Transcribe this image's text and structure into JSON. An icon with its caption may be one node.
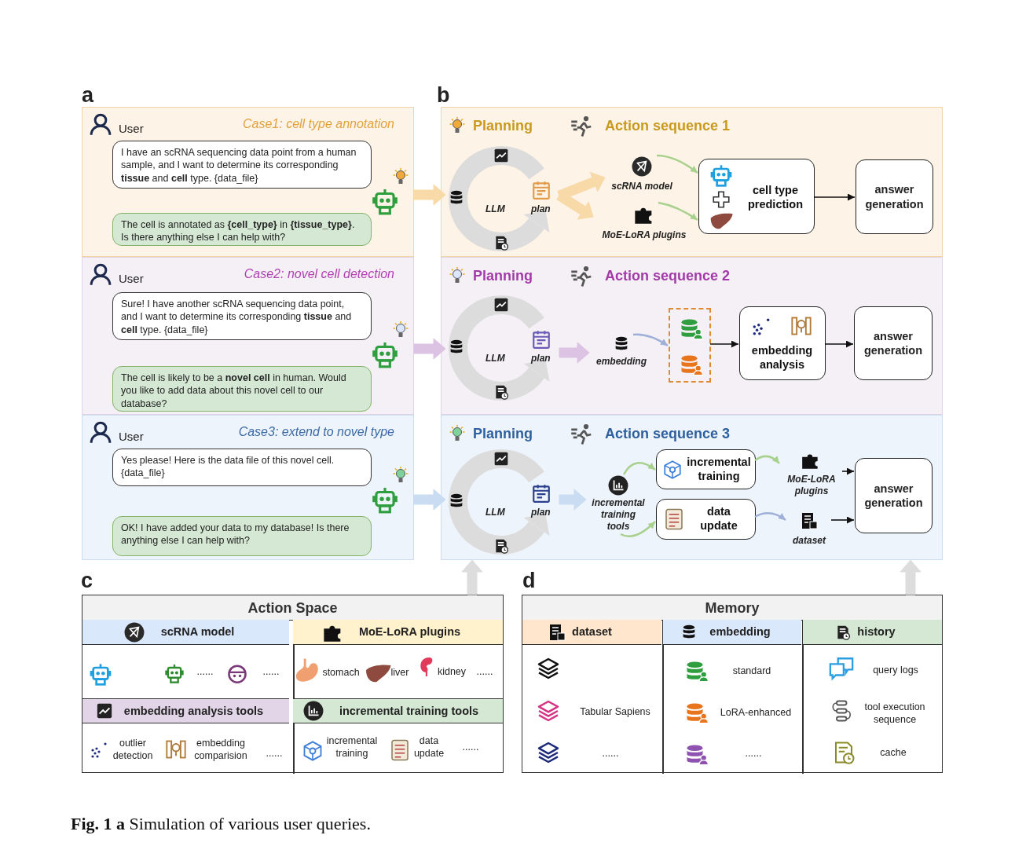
{
  "diagram": {
    "caption": "**Fig. 1** **a** Simulation of various user queries.",
    "nodes": [
      {
        "text": [
          "User",
          "Case1: cell type annotation"
        ]
      },
      {
        "text": [
          "I have an scRNA sequencing data point from a human sample, and I want to determine its corresponding **tissue** and **cell** type. {data_file}"
        ],
        "in": 0
      },
      {
        "text": [
          "The cell is annotated as **{cell_type}** in **{tissue_type}**. Is there anything else I can help with?"
        ],
        "in": 0
      },
      {
        "text": [
          "User",
          "Case2: novel cell detection"
        ]
      },
      {
        "text": [
          "Sure! I have another scRNA sequencing data point, and I want to determine its corresponding **tissue** and **cell** type. {data_file}"
        ],
        "in": 3
      },
      {
        "text": [
          "The cell is likely to be a **novel cell** in human. Would you like to add data about this novel cell to our database?"
        ],
        "in": 3
      },
      {
        "text": [
          "User",
          "Case3: extend to novel type"
        ]
      },
      {
        "text": [
          "Yes please! Here is the data file of this novel cell. {data_file}"
        ],
        "in": 6
      },
      {
        "text": [
          "OK! I have added your data to my database! Is there anything else I can help with?"
        ],
        "in": 6
      },
      {
        "text": [
          "Planning",
          "Action sequence 1"
        ]
      },
      {
        "text": [
          "LLM",
          "plan"
        ],
        "in": 9
      },
      {
        "text": [
          "scRNA model"
        ],
        "in": 9
      },
      {
        "text": [
          "MoE-LoRA plugins"
        ],
        "in": 9
      },
      {
        "text": [
          "cell type prediction"
        ],
        "in": 9
      },
      {
        "text": [
          "answer generation"
        ],
        "in": 9
      },
      {
        "text": [
          "Planning",
          "Action sequence 2"
        ]
      },
      {
        "text": [
          "LLM",
          "plan"
        ],
        "in": 15
      },
      {
        "text": [
          "embedding"
        ],
        "in": 15
      },
      {
        "text": [],
        "shape": "box",
        "in": 15
      },
      {
        "text": [
          "embedding analysis"
        ],
        "in": 15
      },
      {
        "text": [
          "answer generation"
        ],
        "in": 15
      },
      {
        "text": [
          "Planning",
          "Action sequence 3"
        ]
      },
      {
        "text": [
          "LLM",
          "plan"
        ],
        "in": 21
      },
      {
        "text": [
          "incremental training tools"
        ],
        "in": 21
      },
      {
        "text": [
          "incremental training"
        ],
        "in": 21
      },
      {
        "text": [
          "data update"
        ],
        "in": 21
      },
      {
        "text": [
          "MoE-LoRA plugins"
        ],
        "in": 21
      },
      {
        "text": [
          "dataset"
        ],
        "in": 21
      },
      {
        "text": [
          "answer generation"
        ],
        "in": 21
      },
      {
        "text": [
          "Action Space"
        ]
      },
      {
        "text": [
          "Memory"
        ]
      }
    ],
    "edges": [
      {
        "from": 0,
        "to": 10,
        "arrow": "to",
        "style": "thick",
        "color": "#f8d9a8"
      },
      {
        "from": 10,
        "to": 11,
        "arrow": "to",
        "style": "thick",
        "color": "#f8d9a8"
      },
      {
        "from": 10,
        "to": 12,
        "arrow": "to",
        "style": "thick",
        "color": "#f8d9a8"
      },
      {
        "from": 11,
        "to": 13,
        "arrow": "to",
        "color": "#a9d18e"
      },
      {
        "from": 12,
        "to": 13,
        "arrow": "to",
        "color": "#a9d18e"
      },
      {
        "from": 13,
        "to": 14,
        "arrow": "to",
        "color": "#111111"
      },
      {
        "from": 3,
        "to": 16,
        "arrow": "to",
        "style": "thick",
        "color": "#dcc3e3"
      },
      {
        "from": 16,
        "to": 17,
        "arrow": "to",
        "style": "thick",
        "color": "#dcc3e3"
      },
      {
        "from": 17,
        "to": 18,
        "arrow": "to",
        "color": "#9fb0d8"
      },
      {
        "from": 18,
        "to": 19,
        "arrow": "to",
        "color": "#111111"
      },
      {
        "from": 19,
        "to": 20,
        "arrow": "to",
        "color": "#111111"
      },
      {
        "from": 6,
        "to": 22,
        "arrow": "to",
        "style": "thick",
        "color": "#c9dcf2"
      },
      {
        "from": 22,
        "to": 23,
        "arrow": "to",
        "style": "thick",
        "color": "#c9dcf2"
      },
      {
        "from": 23,
        "to": 24,
        "arrow": "to",
        "color": "#a9d18e"
      },
      {
        "from": 23,
        "to": 25,
        "arrow": "to",
        "color": "#a9d18e"
      },
      {
        "from": 24,
        "to": 26,
        "arrow": "to",
        "color": "#a9d18e"
      },
      {
        "from": 25,
        "to": 27,
        "arrow": "to",
        "color": "#9fb0d8"
      },
      {
        "from": 26,
        "to": 28,
        "arrow": "to",
        "color": "#111111"
      },
      {
        "from": 27,
        "to": 28,
        "arrow": "to",
        "color": "#111111"
      },
      {
        "from": 29,
        "to": 21,
        "arrow": "to",
        "style": "thick",
        "color": "#dddddd"
      },
      {
        "from": 30,
        "to": 21,
        "arrow": "to",
        "style": "thick",
        "color": "#dddddd"
      }
    ],
    "labels": [
      "a",
      "b",
      "c",
      "d",
      "scRNA model",
      "MoE-LoRA plugins",
      "......",
      "......",
      "stomach",
      "liver",
      "kidney",
      "......",
      "embedding analysis tools",
      "incremental training tools",
      "outlier detection",
      "embedding comparision",
      "......",
      "incremental training",
      "data update",
      "......",
      "dataset",
      "embedding",
      "history",
      "standard",
      "query logs",
      "Tabular Sapiens",
      "LoRA-enhanced",
      "tool execution sequence",
      "......",
      "......",
      "cache"
    ]
  }
}
